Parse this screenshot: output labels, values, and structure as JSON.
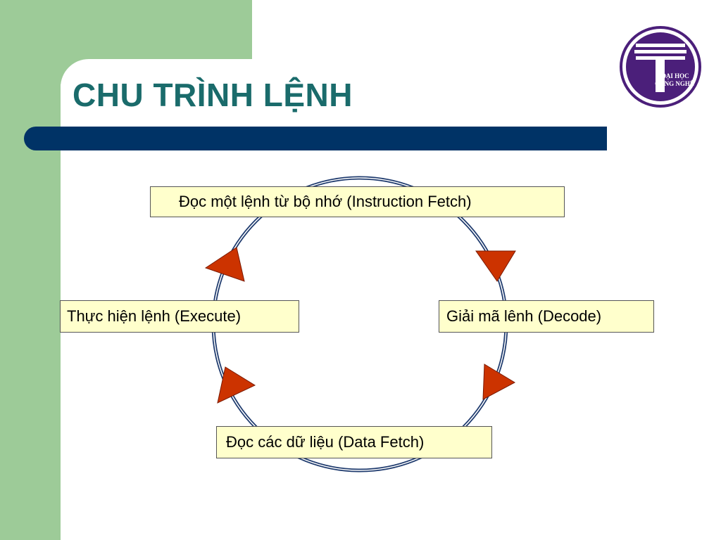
{
  "slide": {
    "title": "CHU TRÌNH LỆNH"
  },
  "logo": {
    "letter": "T",
    "line1": "ĐẠI HỌC",
    "line2": "CÔNG NGHỆ"
  },
  "cycle": {
    "steps": [
      "Đọc một lệnh từ bộ nhớ (Instruction Fetch)",
      "Giải mã lênh (Decode)",
      "Đọc các dữ liệu (Data Fetch)",
      "Thực hiện lệnh (Execute)"
    ]
  },
  "colors": {
    "title": "#1a6b6b",
    "bar": "#003366",
    "sidebar": "#9dcb98",
    "box_fill": "#ffffcc",
    "arrow": "#cc3300",
    "ring": "#1f3b6e",
    "logo": "#4b1f7a"
  }
}
